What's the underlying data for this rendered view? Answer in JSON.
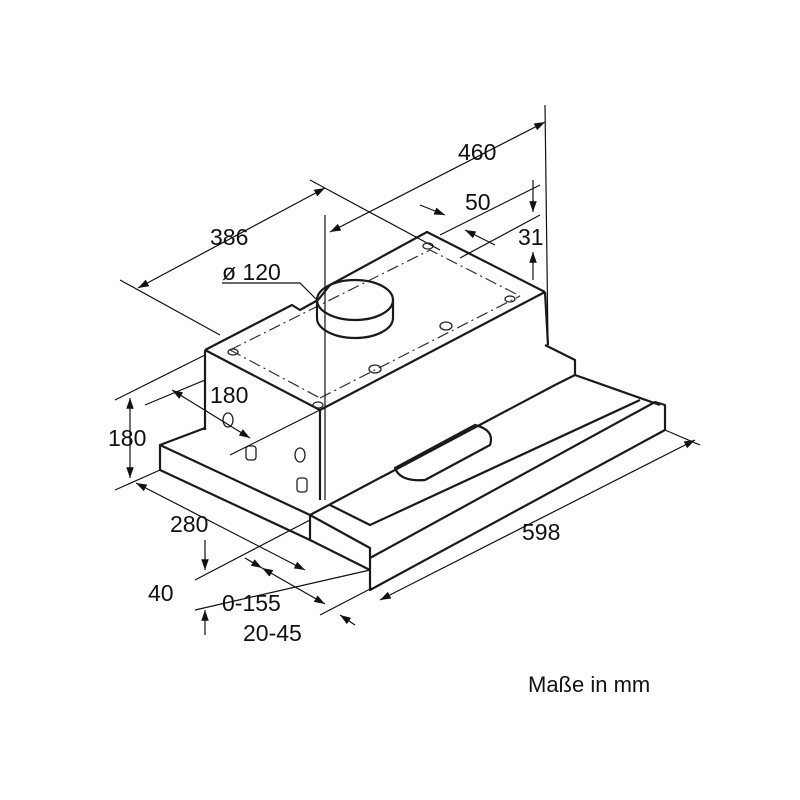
{
  "title": "Range hood dimension drawing",
  "dimensions": {
    "depth_top": "460",
    "width_body": "386",
    "duct_offset": "50",
    "duct_offset_side": "31",
    "duct_diameter": "ø 120",
    "body_depth": "180",
    "height": "180",
    "base_depth": "280",
    "front_height": "40",
    "drawer_extension": "0-155",
    "front_gap": "20-45",
    "total_width": "598"
  },
  "caption": "Maße in mm"
}
